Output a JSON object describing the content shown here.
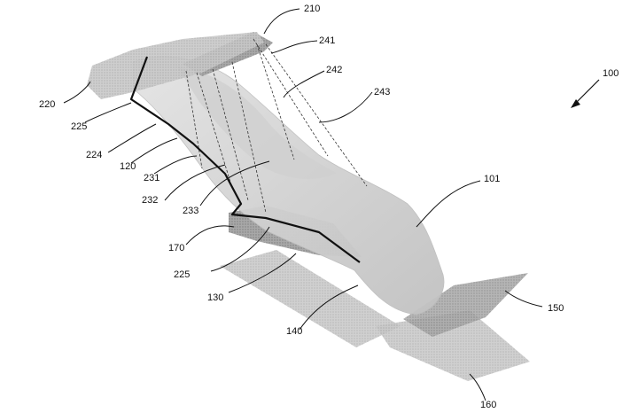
{
  "labels": {
    "ref_100": "100",
    "ref_101": "101",
    "ref_120": "120",
    "ref_130": "130",
    "ref_140": "140",
    "ref_150": "150",
    "ref_160": "160",
    "ref_170": "170",
    "ref_210": "210",
    "ref_220": "220",
    "ref_224": "224",
    "ref_225_top": "225",
    "ref_225_bottom": "225",
    "ref_231": "231",
    "ref_232": "232",
    "ref_233": "233",
    "ref_241": "241",
    "ref_242": "242",
    "ref_243": "243"
  },
  "colors": {
    "dark_surface": "#9a9a9a",
    "mid_surface": "#b9b9b9",
    "light_surface": "#d6d6d6",
    "body_surface": "#dedede",
    "floor_surface": "#c4c4c4",
    "line": "#111111"
  }
}
